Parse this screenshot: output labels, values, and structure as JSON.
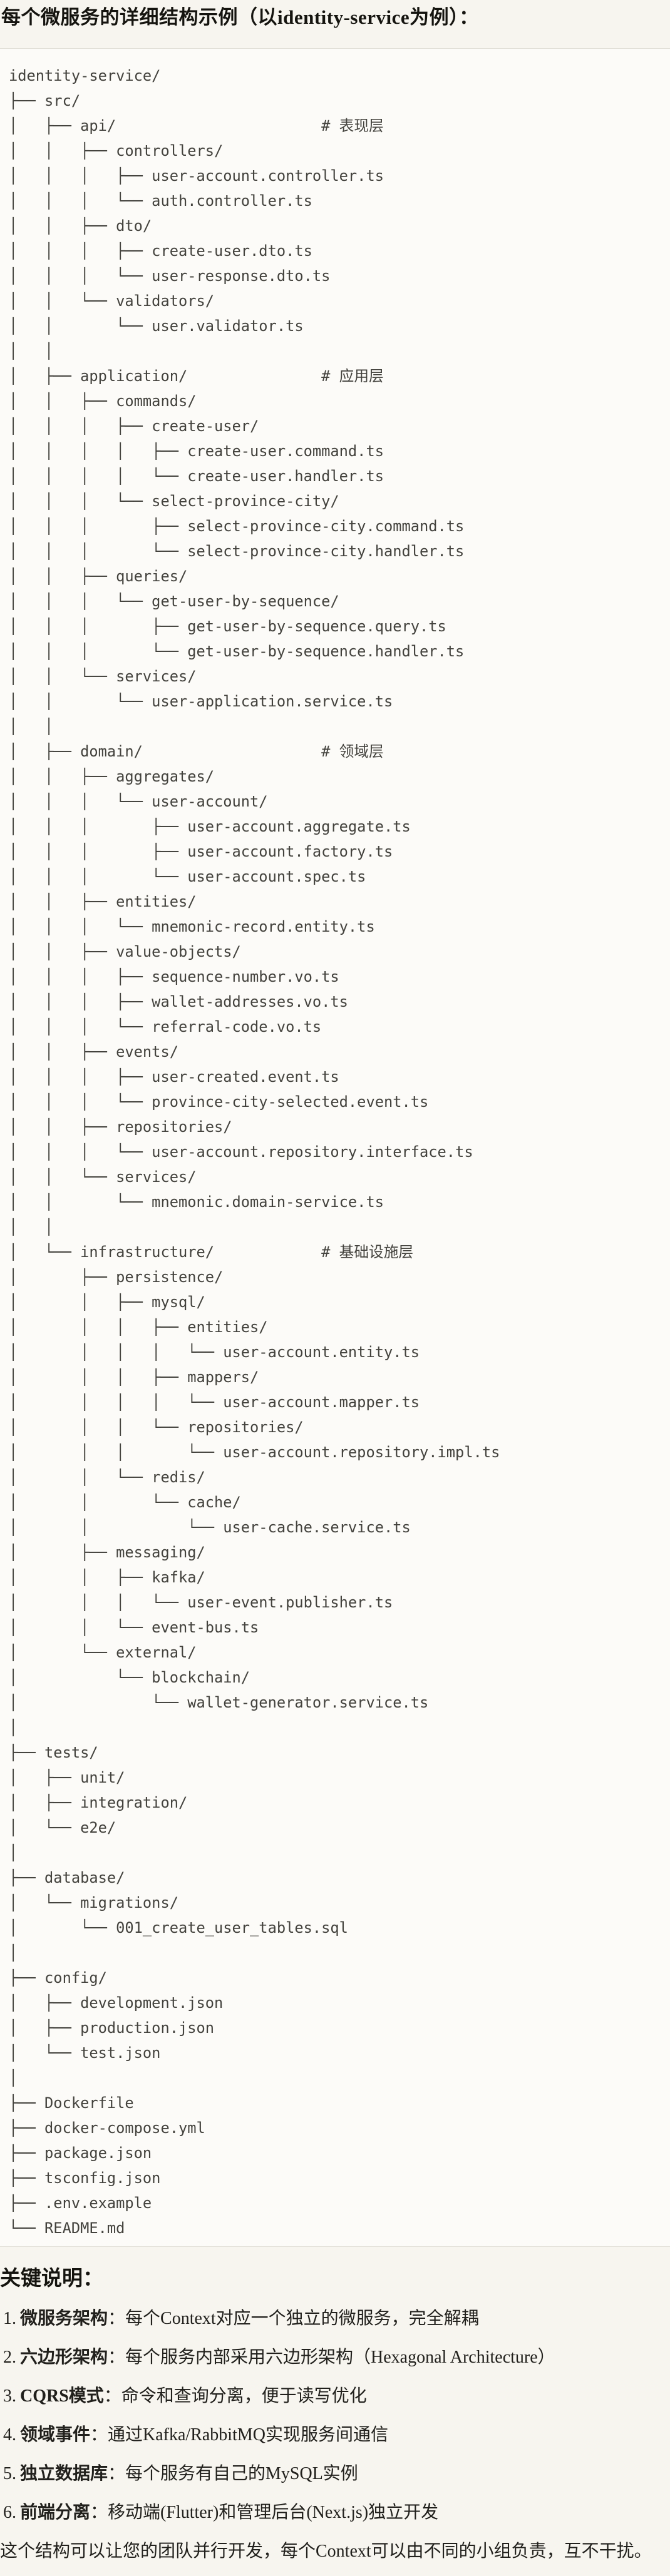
{
  "page": {
    "title": "每个微服务的详细结构示例（以identity-service为例）：",
    "colors": {
      "page_bg": "#F7F5EF",
      "code_bg": "#FCFBF8",
      "code_border": "#E2E0D8",
      "code_text": "#43423D",
      "heading_text": "#15140F",
      "body_text": "#21201C"
    }
  },
  "tree": {
    "layer_comments": [
      "# 表现层",
      "# 应用层",
      "# 领域层",
      "# 基础设施层"
    ],
    "lines": [
      "identity-service/",
      "├── src/",
      "│   ├── api/                       # 表现层",
      "│   │   ├── controllers/",
      "│   │   │   ├── user-account.controller.ts",
      "│   │   │   └── auth.controller.ts",
      "│   │   ├── dto/",
      "│   │   │   ├── create-user.dto.ts",
      "│   │   │   └── user-response.dto.ts",
      "│   │   └── validators/",
      "│   │       └── user.validator.ts",
      "│   │",
      "│   ├── application/               # 应用层",
      "│   │   ├── commands/",
      "│   │   │   ├── create-user/",
      "│   │   │   │   ├── create-user.command.ts",
      "│   │   │   │   └── create-user.handler.ts",
      "│   │   │   └── select-province-city/",
      "│   │   │       ├── select-province-city.command.ts",
      "│   │   │       └── select-province-city.handler.ts",
      "│   │   ├── queries/",
      "│   │   │   └── get-user-by-sequence/",
      "│   │   │       ├── get-user-by-sequence.query.ts",
      "│   │   │       └── get-user-by-sequence.handler.ts",
      "│   │   └── services/",
      "│   │       └── user-application.service.ts",
      "│   │",
      "│   ├── domain/                    # 领域层",
      "│   │   ├── aggregates/",
      "│   │   │   └── user-account/",
      "│   │   │       ├── user-account.aggregate.ts",
      "│   │   │       ├── user-account.factory.ts",
      "│   │   │       └── user-account.spec.ts",
      "│   │   ├── entities/",
      "│   │   │   └── mnemonic-record.entity.ts",
      "│   │   ├── value-objects/",
      "│   │   │   ├── sequence-number.vo.ts",
      "│   │   │   ├── wallet-addresses.vo.ts",
      "│   │   │   └── referral-code.vo.ts",
      "│   │   ├── events/",
      "│   │   │   ├── user-created.event.ts",
      "│   │   │   └── province-city-selected.event.ts",
      "│   │   ├── repositories/",
      "│   │   │   └── user-account.repository.interface.ts",
      "│   │   └── services/",
      "│   │       └── mnemonic.domain-service.ts",
      "│   │",
      "│   └── infrastructure/            # 基础设施层",
      "│       ├── persistence/",
      "│       │   ├── mysql/",
      "│       │   │   ├── entities/",
      "│       │   │   │   └── user-account.entity.ts",
      "│       │   │   ├── mappers/",
      "│       │   │   │   └── user-account.mapper.ts",
      "│       │   │   └── repositories/",
      "│       │   │       └── user-account.repository.impl.ts",
      "│       │   └── redis/",
      "│       │       └── cache/",
      "│       │           └── user-cache.service.ts",
      "│       ├── messaging/",
      "│       │   ├── kafka/",
      "│       │   │   └── user-event.publisher.ts",
      "│       │   └── event-bus.ts",
      "│       └── external/",
      "│           └── blockchain/",
      "│               └── wallet-generator.service.ts",
      "│",
      "├── tests/",
      "│   ├── unit/",
      "│   ├── integration/",
      "│   └── e2e/",
      "│",
      "├── database/",
      "│   └── migrations/",
      "│       └── 001_create_user_tables.sql",
      "│",
      "├── config/",
      "│   ├── development.json",
      "│   ├── production.json",
      "│   └── test.json",
      "│",
      "├── Dockerfile",
      "├── docker-compose.yml",
      "├── package.json",
      "├── tsconfig.json",
      "├── .env.example",
      "└── README.md"
    ]
  },
  "notes": {
    "heading": "关键说明：",
    "items": [
      {
        "num": "1.",
        "label": "微服务架构",
        "text": "：每个Context对应一个独立的微服务，完全解耦"
      },
      {
        "num": "2.",
        "label": "六边形架构",
        "text": "：每个服务内部采用六边形架构（Hexagonal Architecture）"
      },
      {
        "num": "3.",
        "label": "CQRS模式",
        "text": "：命令和查询分离，便于读写优化"
      },
      {
        "num": "4.",
        "label": "领域事件",
        "text": "：通过Kafka/RabbitMQ实现服务间通信"
      },
      {
        "num": "5.",
        "label": "独立数据库",
        "text": "：每个服务有自己的MySQL实例"
      },
      {
        "num": "6.",
        "label": "前端分离",
        "text": "：移动端(Flutter)和管理后台(Next.js)独立开发"
      }
    ],
    "footer": "这个结构可以让您的团队并行开发，每个Context可以由不同的小组负责，互不干扰。"
  }
}
